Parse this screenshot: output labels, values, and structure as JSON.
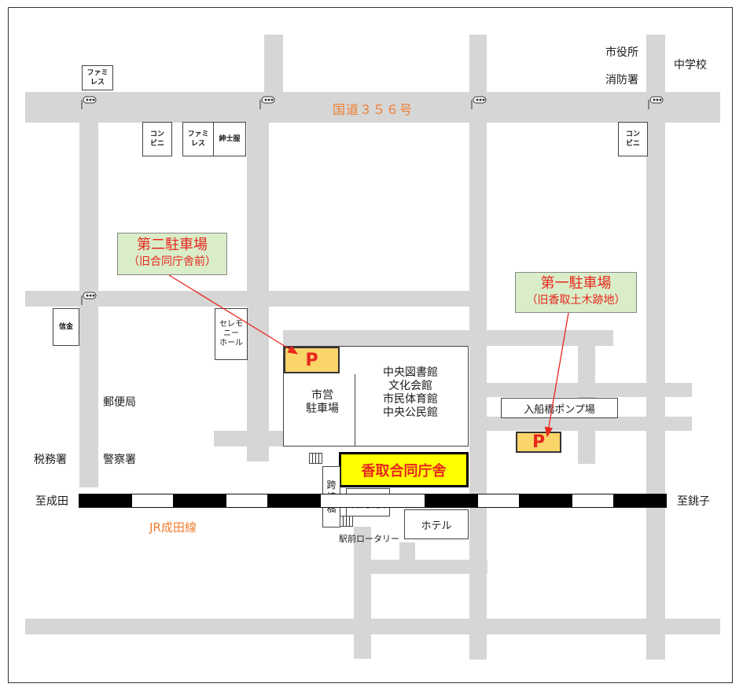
{
  "map": {
    "route_356": "国道３５６号",
    "jr_line": "JR成田線",
    "to_narita": "至成田",
    "to_choshi": "至銚子",
    "station": "佐原駅",
    "footbridge": "跨\n線\n橋",
    "rotary": "駅前ロータリー",
    "main_building": "香取合同庁舎",
    "municipal_parking": "市営\n駐車場",
    "facilities": "中央図書館\n文化会館\n市民体育館\n中央公民館",
    "pump_station": "入船橋ポンプ場",
    "hotel": "ホテル",
    "post_office": "郵便局",
    "tax_office": "税務署",
    "police": "警察署",
    "city_hall": "市役所",
    "fire_station": "消防署",
    "middle_school": "中学校",
    "ceremony_hall": "セレモ\nニー\nホール",
    "credit_union": "信金",
    "family_restaurant": "ファミ\nレス",
    "convenience_store": "コン\nビニ",
    "tailor": "紳士服",
    "parking_symbol": "P",
    "parking_2": {
      "title": "第二駐車場",
      "sub": "（旧合同庁舎前）"
    },
    "parking_1": {
      "title": "第一駐車場",
      "sub": "（旧香取土木跡地）"
    }
  },
  "colors": {
    "road": "#d6d6d6",
    "orange_label": "#ef7d31",
    "callout_bg": "#d9edc8",
    "red": "#e8261d",
    "parking_fill": "#f9d56a",
    "highlight": "#ffff00"
  },
  "icons": [
    "traffic-signal-icon"
  ]
}
